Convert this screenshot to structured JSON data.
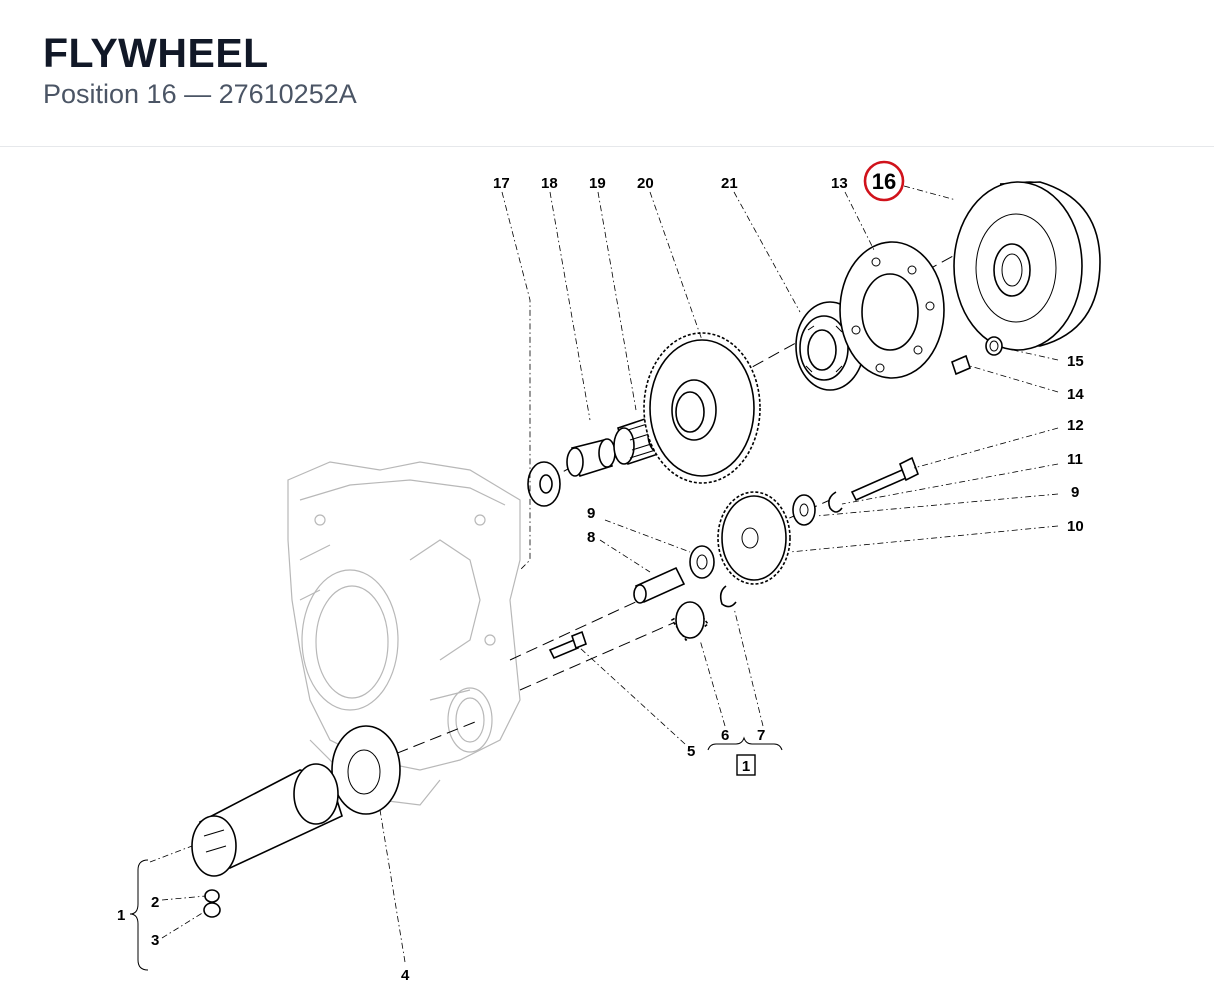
{
  "header": {
    "title": "FLYWHEEL",
    "subtitle": "Position 16 — 27610252A"
  },
  "diagram": {
    "highlight_color": "#d0121b",
    "callouts": {
      "c1": "1",
      "c2": "2",
      "c3": "3",
      "c4": "4",
      "c5": "5",
      "c6": "6",
      "c7": "7",
      "c8": "8",
      "c9a": "9",
      "c9b": "9",
      "c10": "10",
      "c11": "11",
      "c12": "12",
      "c13": "13",
      "c14": "14",
      "c15": "15",
      "c16": "16",
      "c17": "17",
      "c18": "18",
      "c19": "19",
      "c20": "20",
      "c21": "21"
    },
    "group_box_label": "1"
  }
}
